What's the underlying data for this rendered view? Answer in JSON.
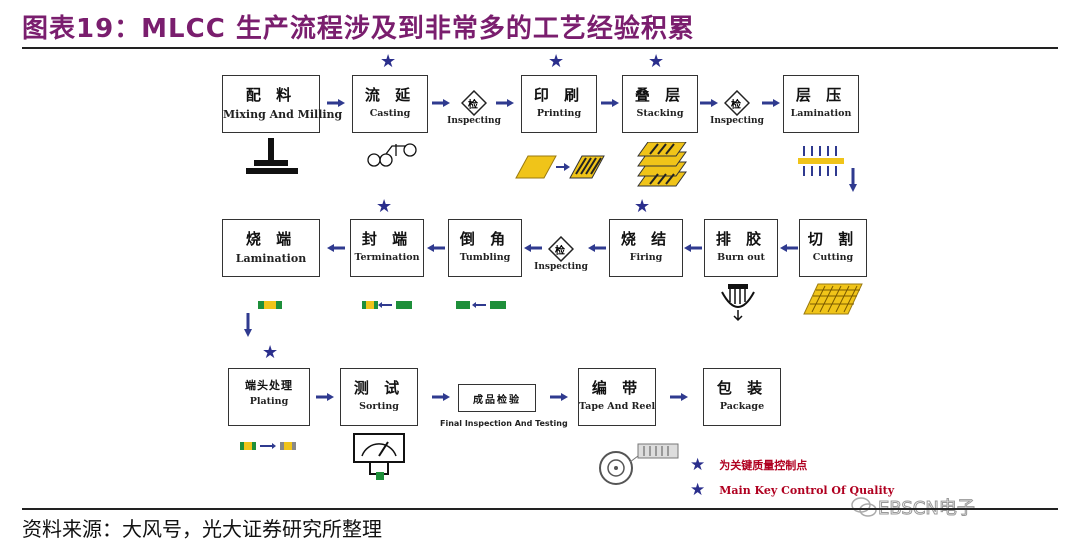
{
  "title": "图表19：MLCC 生产流程涉及到非常多的工艺经验积累",
  "source": "资料来源：大风号，光大证券研究所整理",
  "watermark": "EBSCN电子",
  "row1": [
    {
      "zh": "配 料",
      "en": "Mixing And Milling"
    },
    {
      "zh": "流 延",
      "en": "Casting"
    },
    {
      "zh": "印 刷",
      "en": "Printing"
    },
    {
      "zh": "叠 层",
      "en": "Stacking"
    },
    {
      "zh": "层 压",
      "en": "Lamination"
    }
  ],
  "row2": [
    {
      "zh": "切 割",
      "en": "Cutting"
    },
    {
      "zh": "排 胶",
      "en": "Burn out"
    },
    {
      "zh": "烧 结",
      "en": "Firing"
    },
    {
      "zh": "倒 角",
      "en": "Tumbling"
    },
    {
      "zh": "封 端",
      "en": "Termination"
    },
    {
      "zh": "烧 端",
      "en": "Lamination"
    }
  ],
  "row3": [
    {
      "zh": "端头处理",
      "en": "Plating"
    },
    {
      "zh": "测 试",
      "en": "Sorting"
    },
    {
      "zh": "成品检验",
      "en": "Final Inspection And Testing"
    },
    {
      "zh": "编 带",
      "en": "Tape And Reel"
    },
    {
      "zh": "包 装",
      "en": "Package"
    }
  ],
  "inspection": {
    "symbol": "检",
    "label": "Inspecting"
  },
  "legend": {
    "zh": "为关键质量控制点",
    "en": "Main Key Control Of Quality"
  },
  "colors": {
    "title": "#7a1e6e",
    "arrow": "#2f3a8f",
    "star": "#2a2e8c",
    "legend_text": "#b00020",
    "chip_yellow": "#f0c419"
  }
}
